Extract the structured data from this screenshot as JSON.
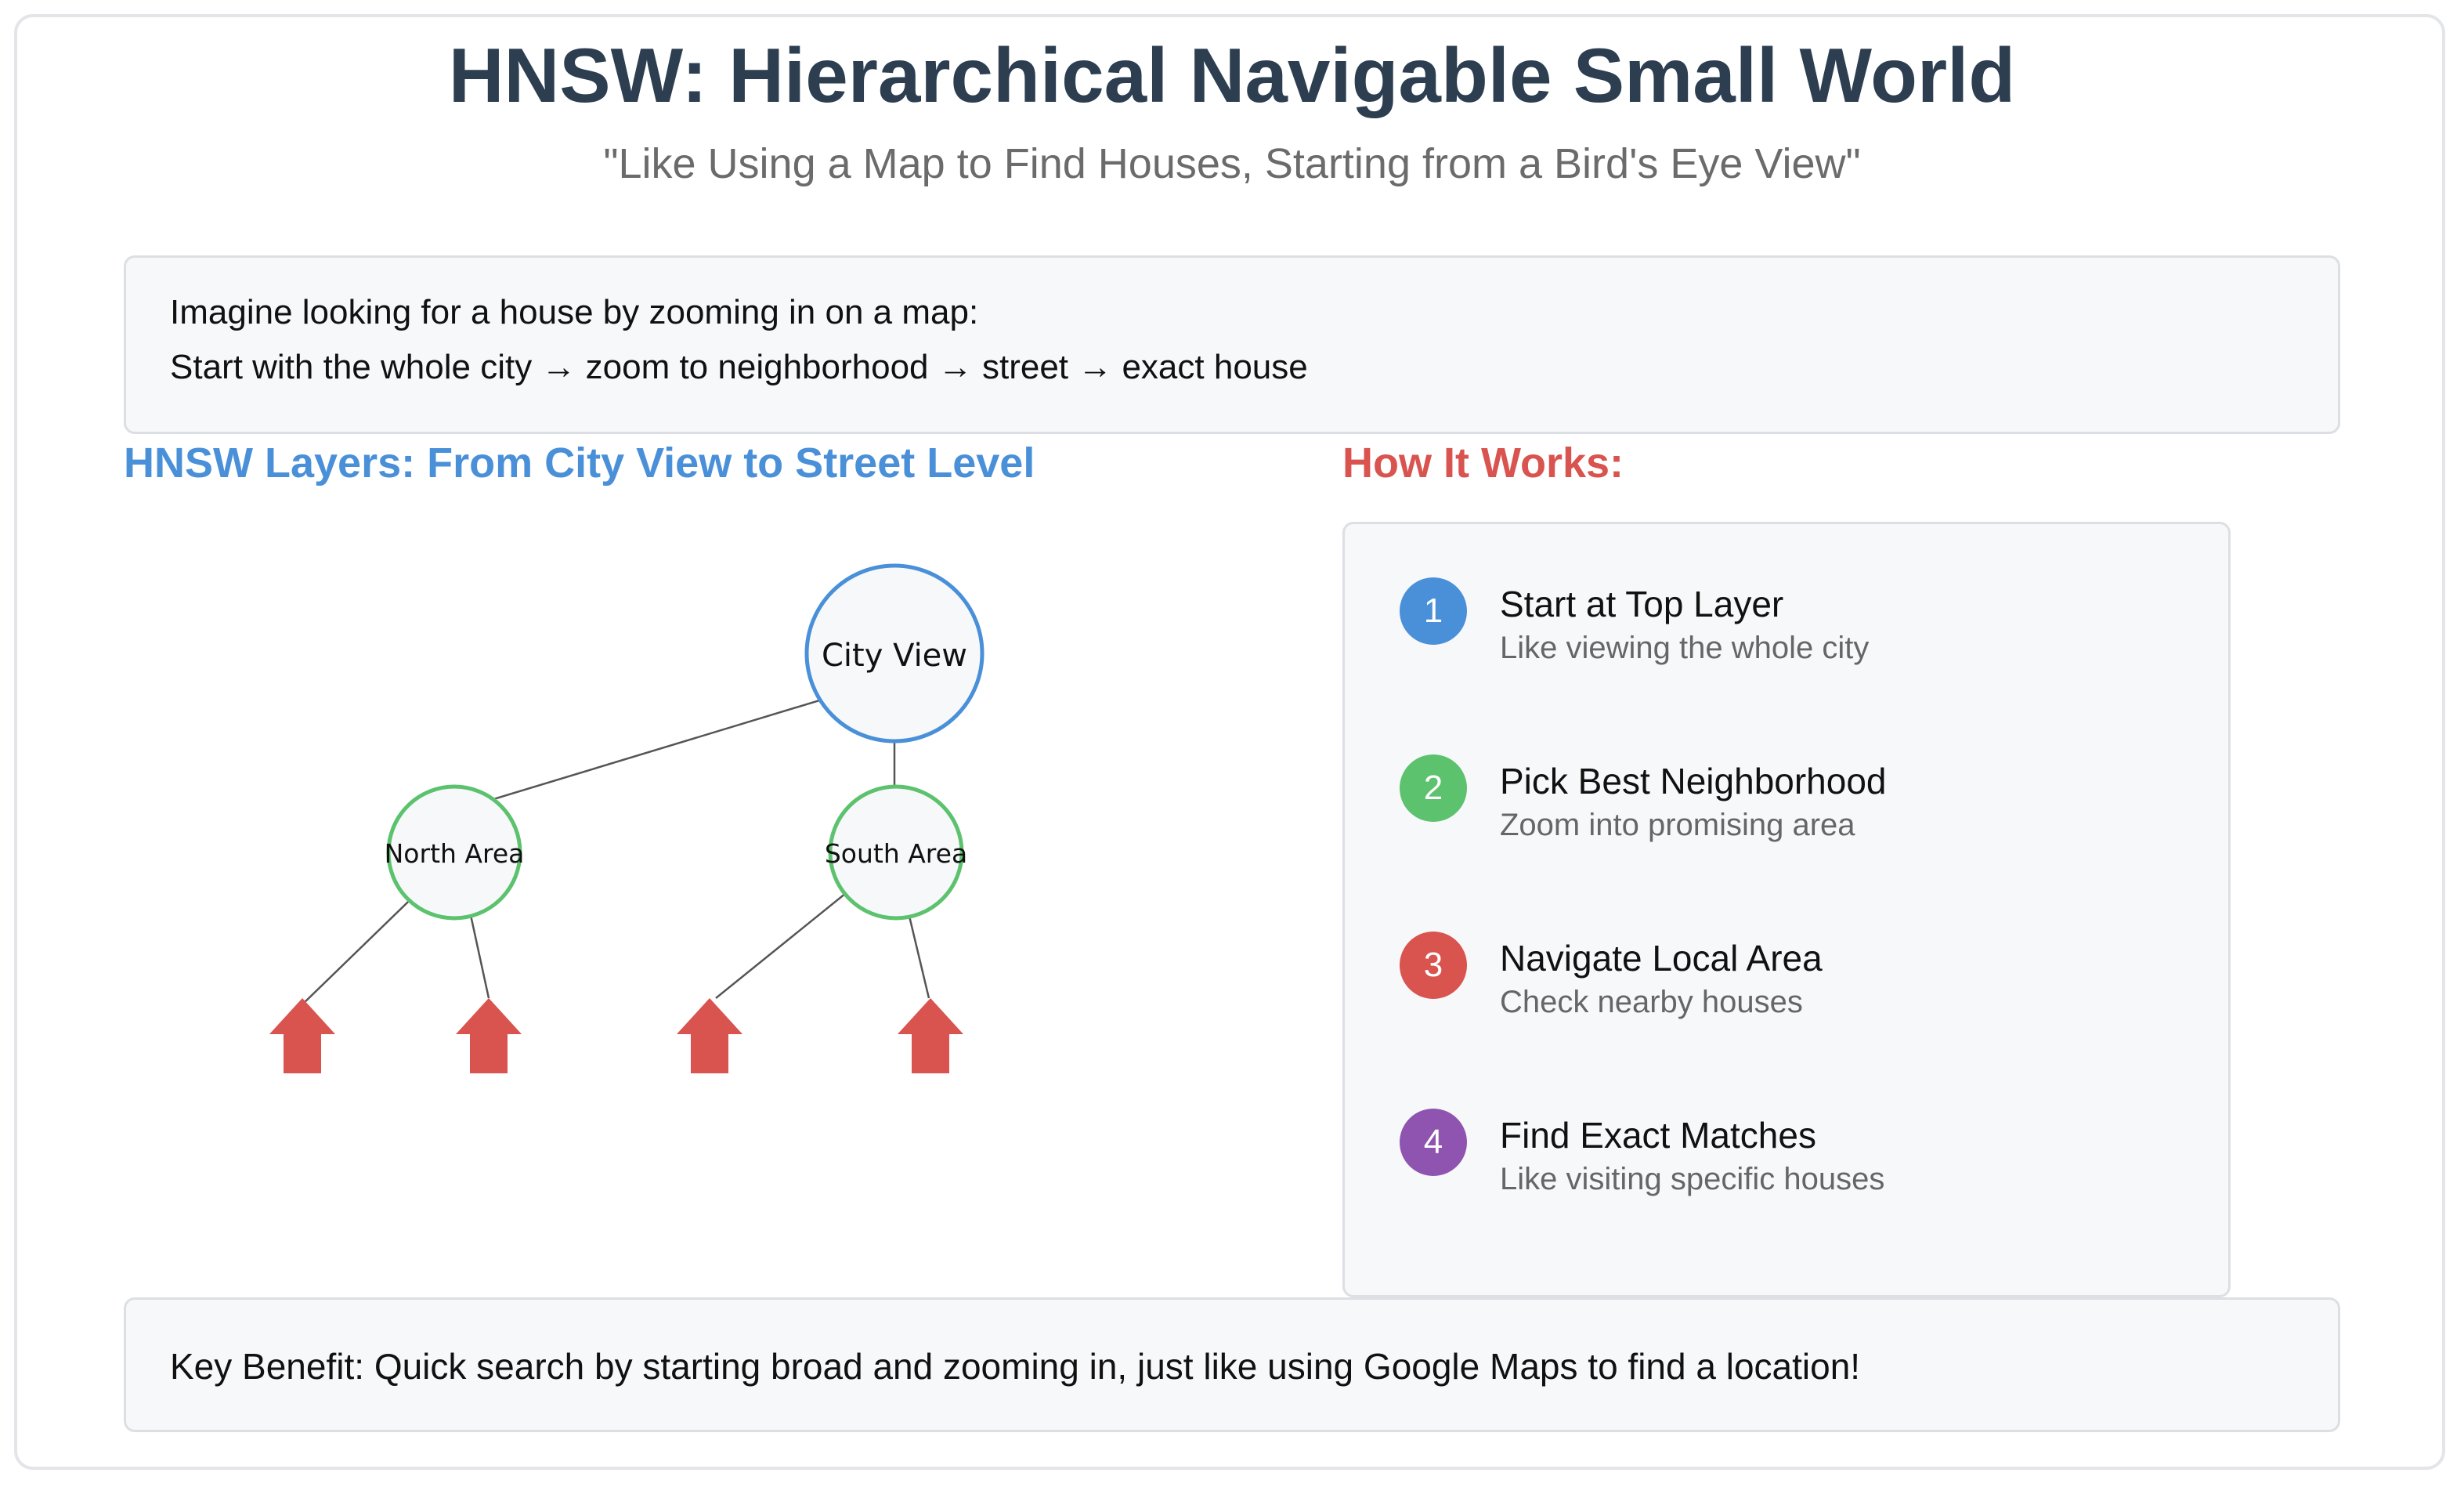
{
  "header": {
    "title": "HNSW: Hierarchical Navigable Small World",
    "subtitle": "\"Like Using a Map to Find Houses, Starting from a Bird's Eye View\""
  },
  "intro": {
    "line1": "Imagine looking for a house by zooming in on a map:",
    "line2": "Start with the whole city → zoom to neighborhood → street → exact house"
  },
  "layers": {
    "title": "HNSW Layers: From City View to Street Level",
    "top_node": "City View",
    "middle_nodes": [
      "North Area",
      "South Area"
    ],
    "house_count": 4
  },
  "how_it_works": {
    "title": "How It Works:",
    "steps": [
      {
        "num": "1",
        "title": "Start at Top Layer",
        "desc": "Like viewing the whole city",
        "color": "#4a90d9"
      },
      {
        "num": "2",
        "title": "Pick Best Neighborhood",
        "desc": "Zoom into promising area",
        "color": "#5cc26e"
      },
      {
        "num": "3",
        "title": "Navigate Local Area",
        "desc": "Check nearby houses",
        "color": "#d9534f"
      },
      {
        "num": "4",
        "title": "Find Exact Matches",
        "desc": "Like visiting specific houses",
        "color": "#8e54b0"
      }
    ]
  },
  "benefit": {
    "text": "Key Benefit: Quick search by starting broad and zooming in, just like using Google Maps to find a location!"
  },
  "colors": {
    "title": "#2c3e50",
    "layers_title": "#4a90d9",
    "how_title": "#d9534f",
    "city_node": "#4a90d9",
    "area_node": "#5cc26e",
    "house": "#d9534f",
    "panel_bg": "#f7f8fa"
  },
  "icons": {
    "house": "house-icon"
  }
}
